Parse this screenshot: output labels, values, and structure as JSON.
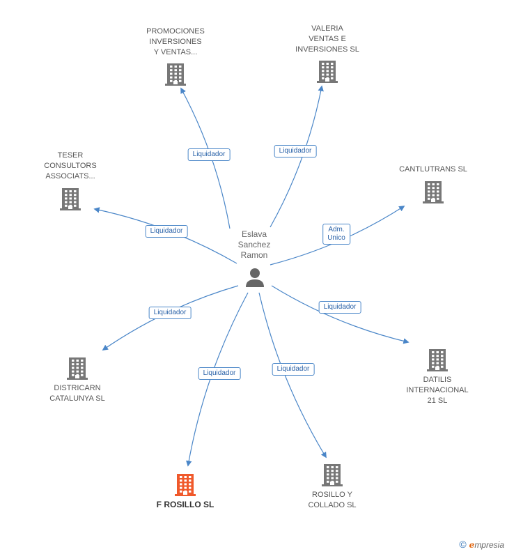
{
  "center": {
    "name": "Eslava\nSanchez\nRamon",
    "icon": "person-icon"
  },
  "nodes": [
    {
      "id": "promociones",
      "label": "PROMOCIONES\nINVERSIONES\nY VENTAS...",
      "icon": "building-icon",
      "color": "#777777",
      "highlight": false
    },
    {
      "id": "valeria",
      "label": "VALERIA\nVENTAS E\nINVERSIONES SL",
      "icon": "building-icon",
      "color": "#777777",
      "highlight": false
    },
    {
      "id": "teser",
      "label": "TESER\nCONSULTORS\nASSOCIATS...",
      "icon": "building-icon",
      "color": "#777777",
      "highlight": false
    },
    {
      "id": "cantlutrans",
      "label": "CANTLUTRANS SL",
      "icon": "building-icon",
      "color": "#777777",
      "highlight": false
    },
    {
      "id": "districarn",
      "label": "DISTRICARN\nCATALUNYA SL",
      "icon": "building-icon",
      "color": "#777777",
      "highlight": false
    },
    {
      "id": "datilis",
      "label": "DATILIS\nINTERNACIONAL\n21 SL",
      "icon": "building-icon",
      "color": "#777777",
      "highlight": false
    },
    {
      "id": "frosillo",
      "label": "F ROSILLO SL",
      "icon": "building-icon",
      "color": "#f0592b",
      "highlight": true
    },
    {
      "id": "rosillo",
      "label": "ROSILLO Y\nCOLLADO  SL",
      "icon": "building-icon",
      "color": "#777777",
      "highlight": false
    }
  ],
  "edges": [
    {
      "to": "promociones",
      "label": "Liquidador"
    },
    {
      "to": "valeria",
      "label": "Liquidador"
    },
    {
      "to": "teser",
      "label": "Liquidador"
    },
    {
      "to": "cantlutrans",
      "label": "Adm.\nUnico"
    },
    {
      "to": "districarn",
      "label": "Liquidador"
    },
    {
      "to": "datilis",
      "label": "Liquidador"
    },
    {
      "to": "frosillo",
      "label": "Liquidador"
    },
    {
      "to": "rosillo",
      "label": "Liquidador"
    }
  ],
  "colors": {
    "edge": "#4a86c8",
    "building": "#777777",
    "highlight": "#f0592b"
  },
  "footer": {
    "copyright": "©",
    "brand_first": "e",
    "brand_rest": "mpresia"
  }
}
